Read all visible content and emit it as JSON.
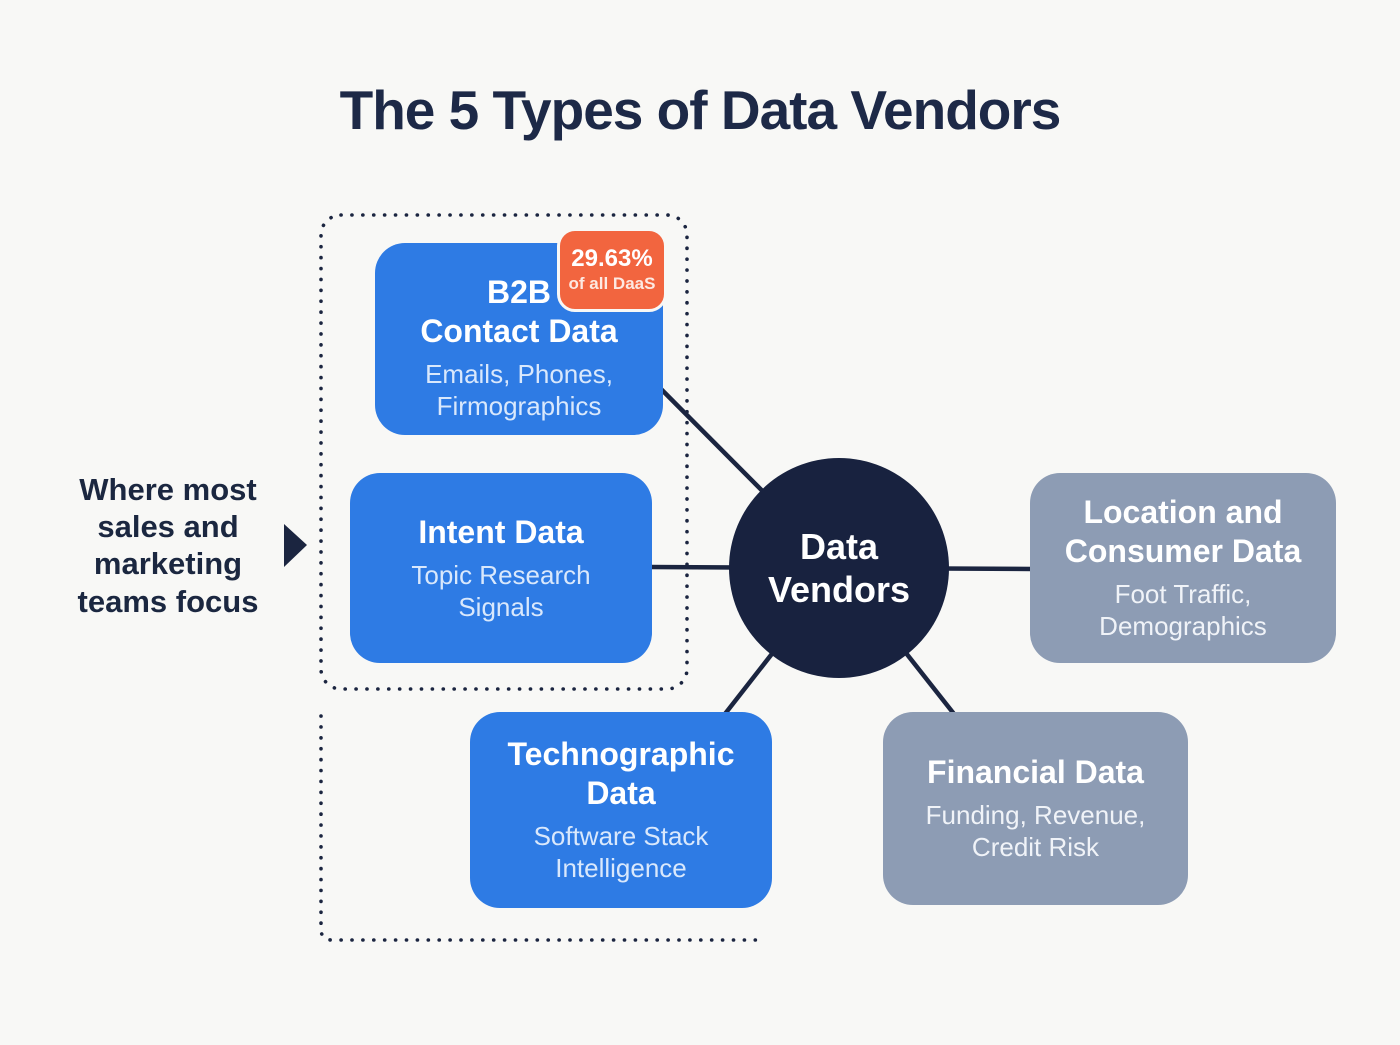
{
  "title": "The 5 Types of Data Vendors",
  "side_note": {
    "text": "Where most\nsales and\nmarketing\nteams focus"
  },
  "center_node": {
    "label": "Data\nVendors"
  },
  "badge": {
    "value": "29.63%",
    "caption": "of all DaaS"
  },
  "nodes": {
    "b2b": {
      "title": "B2B\nContact Data",
      "subtitle": "Emails, Phones,\nFirmographics"
    },
    "intent": {
      "title": "Intent Data",
      "subtitle": "Topic Research\nSignals"
    },
    "technographic": {
      "title": "Technographic\nData",
      "subtitle": "Software Stack\nIntelligence"
    },
    "location": {
      "title": "Location and\nConsumer Data",
      "subtitle": "Foot Traffic,\nDemographics"
    },
    "financial": {
      "title": "Financial Data",
      "subtitle": "Funding, Revenue,\nCredit Risk"
    }
  },
  "colors": {
    "background": "#f8f8f6",
    "navy_line": "#1b2540",
    "title_text": "#1d2947",
    "blue_box": "#2e7be4",
    "gray_box": "#8d9cb4",
    "hub_circle": "#18223f",
    "badge_orange": "#f2653f"
  }
}
